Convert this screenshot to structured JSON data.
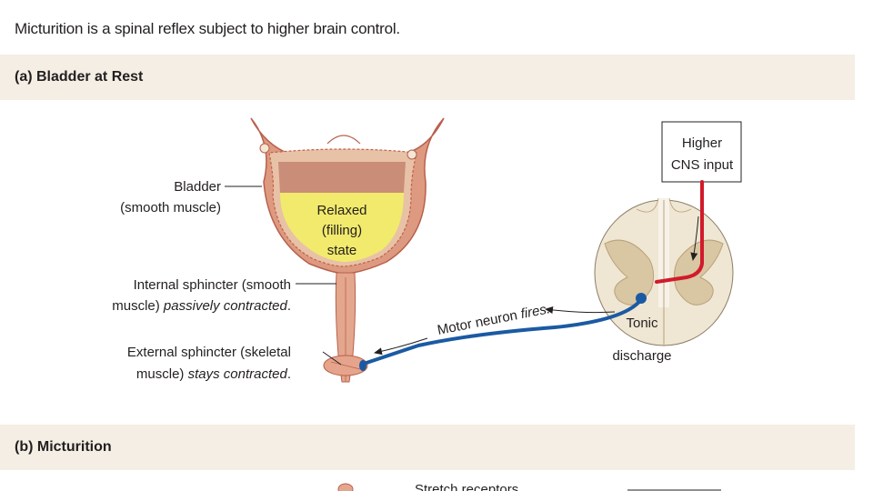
{
  "heading": "Micturition is a spinal reflex subject to higher brain control.",
  "section_a": {
    "title": "(a) Bladder at Rest"
  },
  "section_b": {
    "title": "(b) Micturition"
  },
  "labels": {
    "bladder_line1": "Bladder",
    "bladder_line2": "(smooth muscle)",
    "relaxed_line1": "Relaxed",
    "relaxed_line2": "(filling)",
    "relaxed_line3": "state",
    "internal_line1": "Internal sphincter (smooth",
    "internal_line2_plain": "muscle) ",
    "internal_line2_italic": "passively contracted",
    "external_line1": "External sphincter (skeletal",
    "external_line2_plain": "muscle) ",
    "external_line2_italic": "stays contracted",
    "period": ".",
    "motor_plain": "Motor neuron ",
    "motor_italic": "fires.",
    "higher_line1": "Higher",
    "higher_line2": "CNS input",
    "tonic": "Tonic",
    "discharge": "discharge",
    "stretch": "Stretch receptors"
  },
  "colors": {
    "band": "#f4eee4",
    "bladder_wall": "#dd9a80",
    "bladder_wall_dark": "#b8604c",
    "urine": "#f2ea6c",
    "mucosa": "#e8c2a6",
    "cns_pathway": "#d11a2a",
    "motor_pathway": "#1b5aa3",
    "spinal_cord": "#efe6d3"
  }
}
